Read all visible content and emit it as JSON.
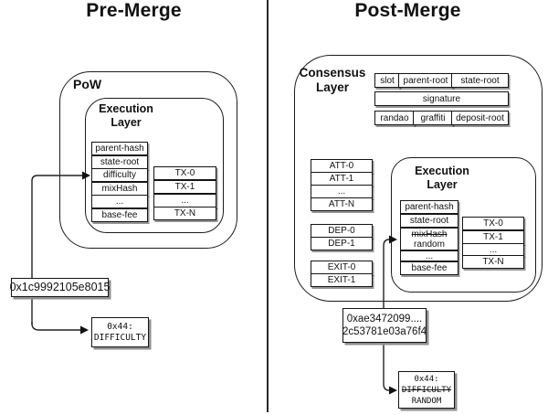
{
  "pre": {
    "title": "Pre-Merge",
    "pow_label": "PoW",
    "el_title_line1": "Execution",
    "el_title_line2": "Layer",
    "fields": [
      "parent-hash",
      "state-root",
      "difficulty",
      "mixHash",
      "...",
      "base-fee"
    ],
    "txs": [
      "TX-0",
      "TX-1",
      "...",
      "TX-N"
    ],
    "hash_label": "0x1c9992105e8015",
    "slot_line1": "0x44:",
    "slot_line2": "DIFFICULTY"
  },
  "post": {
    "title": "Post-Merge",
    "cl_title_line1": "Consensus",
    "cl_title_line2": "Layer",
    "header_row1": [
      "slot",
      "parent-root",
      "state-root"
    ],
    "signature": "signature",
    "header_row2": [
      "randao",
      "graffiti",
      "deposit-root"
    ],
    "atts": [
      "ATT-0",
      "ATT-1",
      "...",
      "ATT-N"
    ],
    "deps": [
      "DEP-0",
      "DEP-1"
    ],
    "exits": [
      "EXIT-0",
      "EXIT-1"
    ],
    "el_title_line1": "Execution",
    "el_title_line2": "Layer",
    "field_parent_hash": "parent-hash",
    "field_state_root": "state-root",
    "field_mixhash_old": "mixHash",
    "field_mixhash_new": "random",
    "field_ellipsis": "...",
    "field_base_fee": "base-fee",
    "txs": [
      "TX-0",
      "TX-1",
      "...",
      "TX-N"
    ],
    "hash_line1": "0xae3472099....",
    "hash_line2": "2c53781e03a76f4",
    "slot_line1": "0x44:",
    "slot_line2": "DIFFICULTY",
    "slot_line3": "RANDOM"
  },
  "colors": {
    "ink": "#111111",
    "background": "#ffffff",
    "shadow": "#8f8f8f"
  }
}
